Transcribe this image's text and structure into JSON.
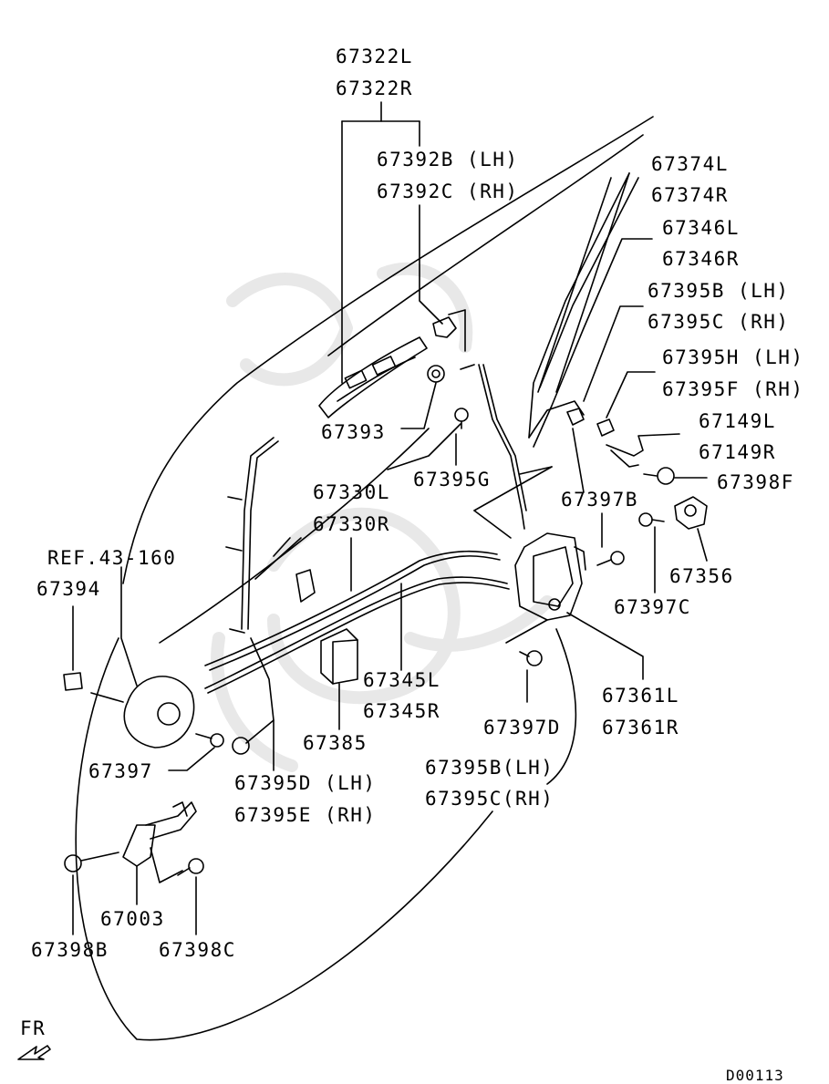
{
  "labels": {
    "p67322": [
      "67322L",
      "67322R"
    ],
    "p67392": [
      "67392B (LH)",
      "67392C (RH)"
    ],
    "p67374": [
      "67374L",
      "67374R"
    ],
    "p67346": [
      "67346L",
      "67346R"
    ],
    "p67395bc_top": [
      "67395B (LH)",
      "67395C (RH)"
    ],
    "p67395hf": [
      "67395H (LH)",
      "67395F (RH)"
    ],
    "p67149": [
      "67149L",
      "67149R"
    ],
    "p67398f": "67398F",
    "p67393": "67393",
    "p67395g": "67395G",
    "p67330": [
      "67330L",
      "67330R"
    ],
    "p67397b": "67397B",
    "ref": "REF.43-160",
    "p67394": "67394",
    "p67356": "67356",
    "p67397c": "67397C",
    "p67345": [
      "67345L",
      "67345R"
    ],
    "p67361": [
      "67361L",
      "67361R"
    ],
    "p67385": "67385",
    "p67397d": "67397D",
    "p67397": "67397",
    "p67395de": [
      "67395D (LH)",
      "67395E (RH)"
    ],
    "p67395bc_bottom": [
      "67395B(LH)",
      "67395C(RH)"
    ],
    "p67003": "67003",
    "p67398b": "67398B",
    "p67398c": "67398C",
    "fr": "FR",
    "code": "D00113"
  }
}
